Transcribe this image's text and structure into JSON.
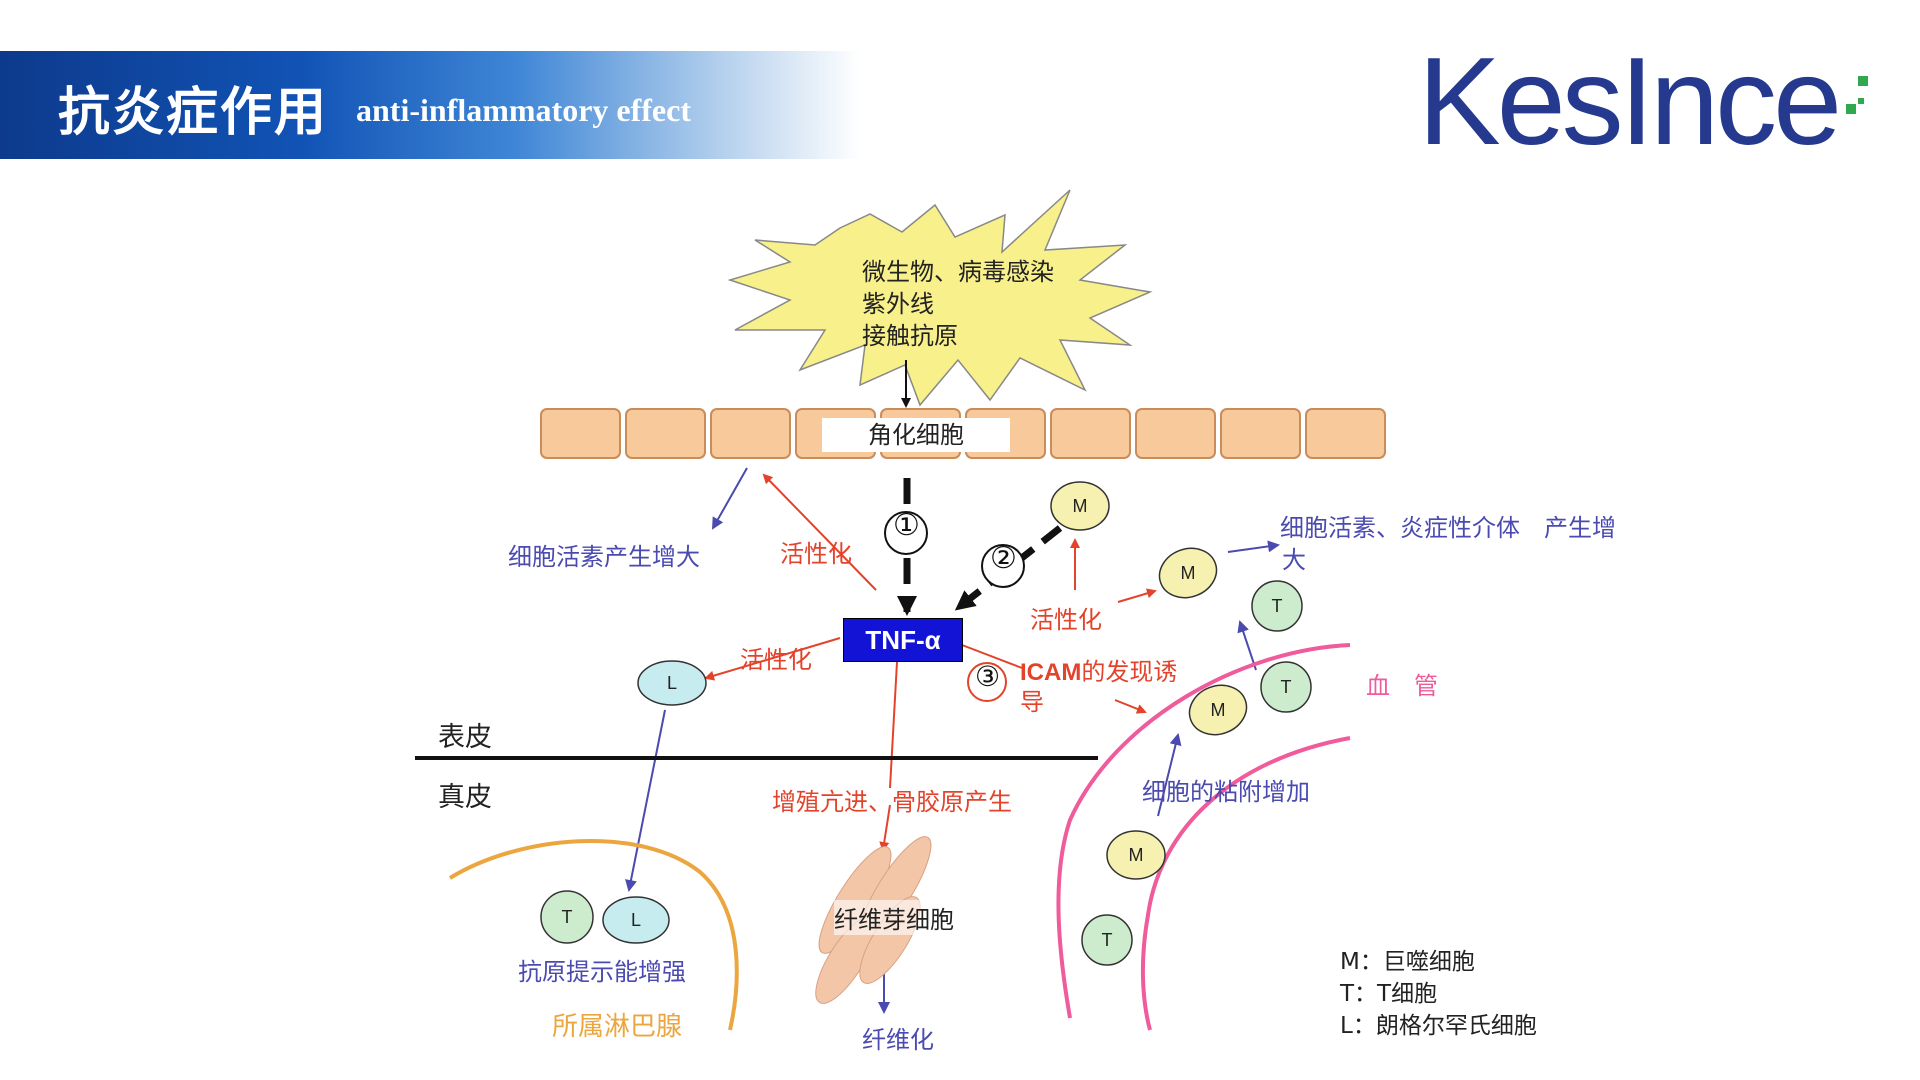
{
  "header": {
    "title_cn": "抗炎症作用",
    "title_en": "anti-inflammatory effect",
    "logo": "KesInce"
  },
  "diagram": {
    "stimulus": [
      "微生物、病毒感染",
      "紫外线",
      "接触抗原"
    ],
    "keratinocyte": "角化细胞",
    "tnf": "TNF-α",
    "steps": [
      "①",
      "②",
      "③"
    ],
    "labels": {
      "cytokine_increase": "细胞活素产生增大",
      "activation_1": "活性化",
      "activation_2": "活性化",
      "activation_3": "活性化",
      "mediator_line1": "细胞活素、炎症性介体　产生增",
      "mediator_line2": "大",
      "icam_bold": "ICAM",
      "icam_rest": "的发现诱",
      "icam_line2": "导",
      "vessel": "血　管",
      "epidermis": "表皮",
      "dermis": "真皮",
      "proliferation": "增殖亢进、骨胶原产生",
      "adhesion": "细胞的粘附增加",
      "fibroblast": "纤维芽细胞",
      "fibrosis": "纤维化",
      "antigen_presentation": "抗原提示能增强",
      "lymph_node": "所属淋巴腺"
    },
    "cells": {
      "M": "M",
      "T": "T",
      "L": "L"
    },
    "legend": [
      "M：巨噬细胞",
      "T：T细胞",
      "L：朗格尔罕氏细胞"
    ]
  },
  "colors": {
    "banner_dark": "#0d3a8c",
    "logo_blue": "#253a8e",
    "logo_green": "#2fa84f",
    "tnf_box": "#1313d6",
    "red_arrow": "#e3432b",
    "blue_arrow": "#4a4ab0",
    "vessel_pink": "#ef5b9b",
    "lymph_orange": "#eba640",
    "burst_yellow": "#f8f08a",
    "keratin_fill": "#f7c99b"
  }
}
